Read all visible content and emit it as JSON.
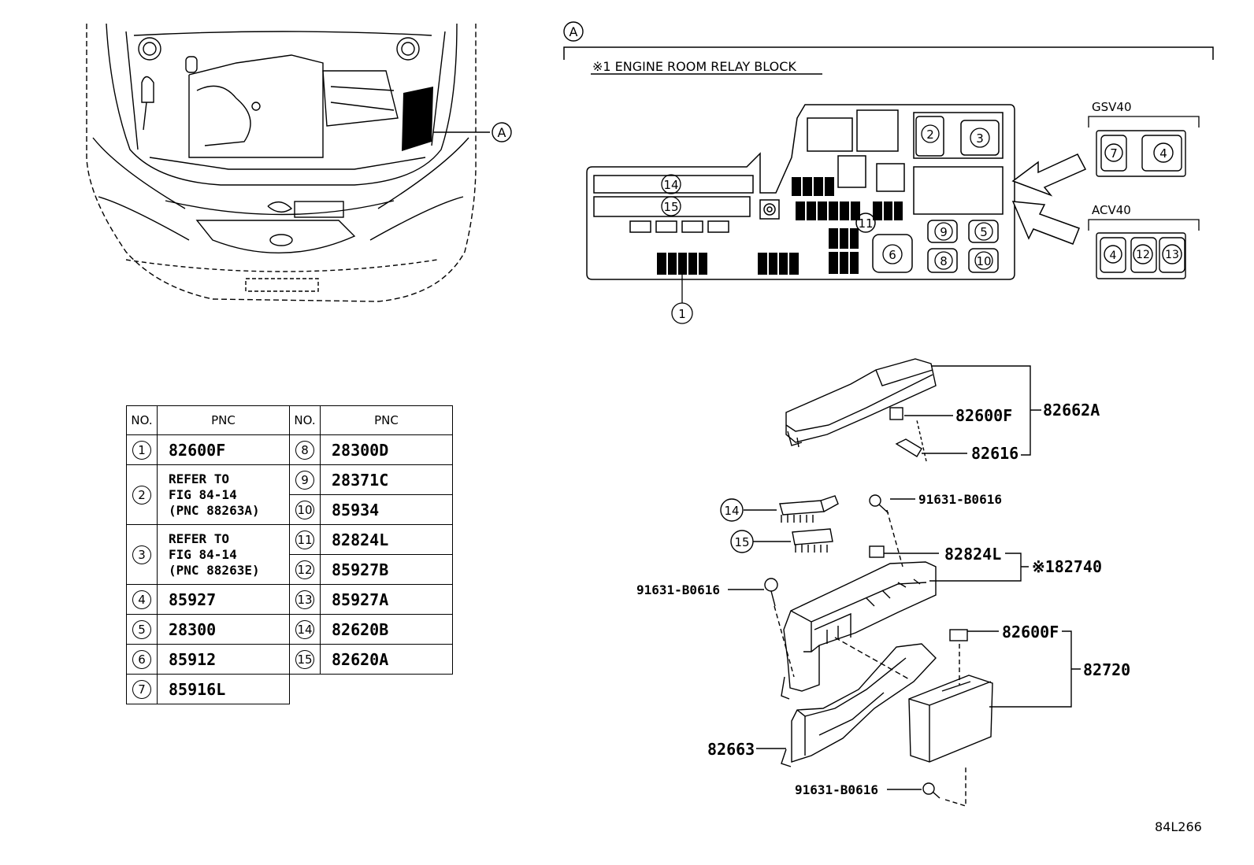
{
  "figure_id": "84L266",
  "view_label": "A",
  "relay_block": {
    "title": "※1 ENGINE ROOM RELAY BLOCK",
    "variant_gsv": "GSV40",
    "variant_acv": "ACV40",
    "slots": [
      "14",
      "15",
      "1",
      "2",
      "3",
      "11",
      "9",
      "5",
      "6",
      "8",
      "10"
    ],
    "gsv_slots": [
      "7",
      "4"
    ],
    "acv_slots": [
      "4",
      "12",
      "13"
    ]
  },
  "table": {
    "col_no": "NO.",
    "col_pnc": "PNC",
    "left_rows": [
      {
        "no": "1",
        "pnc": "82600F"
      },
      {
        "no": "2",
        "pnc": "REFER TO\nFIG 84-14\n(PNC 88263A)"
      },
      {
        "no": "3",
        "pnc": "REFER TO\nFIG 84-14\n(PNC 88263E)"
      },
      {
        "no": "4",
        "pnc": "85927"
      },
      {
        "no": "5",
        "pnc": "28300"
      },
      {
        "no": "6",
        "pnc": "85912"
      },
      {
        "no": "7",
        "pnc": "85916L"
      }
    ],
    "right_rows": [
      {
        "no": "8",
        "pnc": "28300D"
      },
      {
        "no": "9",
        "pnc": "28371C"
      },
      {
        "no": "10",
        "pnc": "85934"
      },
      {
        "no": "11",
        "pnc": "82824L"
      },
      {
        "no": "12",
        "pnc": "85927B"
      },
      {
        "no": "13",
        "pnc": "85927A"
      },
      {
        "no": "14",
        "pnc": "82620B"
      },
      {
        "no": "15",
        "pnc": "82620A"
      }
    ]
  },
  "callouts": {
    "c82600F_top": "82600F",
    "c82662A": "82662A",
    "c82616": "82616",
    "c91631_a": "91631-B0616",
    "c82824L": "82824L",
    "c82740": "※182740",
    "c91631_b": "91631-B0616",
    "c82600F_bot": "82600F",
    "c82720": "82720",
    "c82663": "82663",
    "c91631_c": "91631-B0616",
    "c14": "14",
    "c15": "15"
  }
}
